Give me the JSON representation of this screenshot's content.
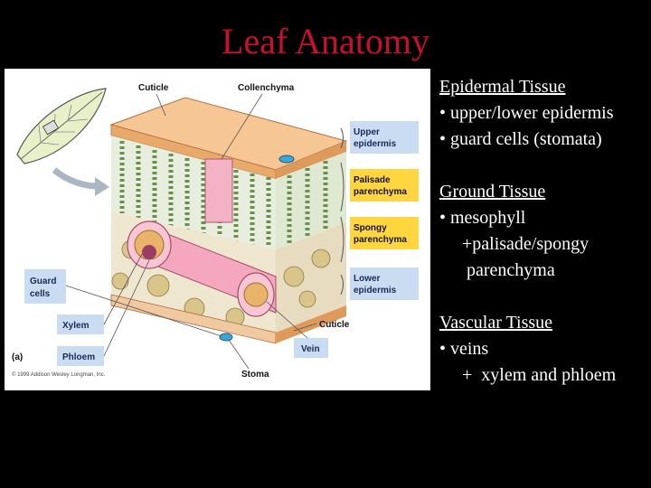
{
  "slide": {
    "title": "Leaf Anatomy",
    "colors": {
      "background": "#000000",
      "title": "#c8102e",
      "text": "#ffffff",
      "label_box": "#c9dcf2",
      "palisade_box": "#ffd640"
    }
  },
  "figure": {
    "panel_label": "(a)",
    "copyright": "© 1999 Addison Wesley Longman, Inc.",
    "labels": {
      "cuticle_top": "Cuticle",
      "collenchyma": "Collenchyma",
      "upper_epidermis_1": "Upper",
      "upper_epidermis_2": "epidermis",
      "palisade_1": "Palisade",
      "palisade_2": "parenchyma",
      "spongy_1": "Spongy",
      "spongy_2": "parenchyma",
      "lower_epidermis_1": "Lower",
      "lower_epidermis_2": "epidermis",
      "guard_1": "Guard",
      "guard_2": "cells",
      "xylem": "Xylem",
      "phloem": "Phloem",
      "cuticle_bottom": "Cuticle",
      "vein": "Vein",
      "stoma": "Stoma"
    }
  },
  "notes": {
    "epidermal": {
      "heading": "Epidermal Tissue",
      "lines": [
        "• upper/lower epidermis",
        "• guard cells (stomata)"
      ]
    },
    "ground": {
      "heading": "Ground Tissue",
      "lines": [
        "• mesophyll",
        "     +palisade/spongy",
        "      parenchyma"
      ]
    },
    "vascular": {
      "heading": "Vascular Tissue",
      "lines": [
        "• veins",
        "     +  xylem and phloem"
      ]
    }
  }
}
